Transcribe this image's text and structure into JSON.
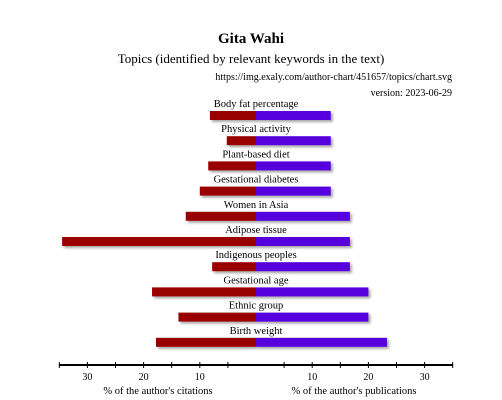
{
  "header": {
    "title": "Gita Wahi",
    "subtitle": "Topics (identified by relevant keywords in the text)",
    "url": "https://img.exaly.com/author-chart/451657/topics/chart.svg",
    "version": "version: 2023-06-29"
  },
  "chart_data": {
    "type": "bar",
    "orientation": "horizontal-diverging",
    "categories": [
      "Body fat percentage",
      "Physical activity",
      "Plant-based diet",
      "Gestational diabetes",
      "Women in Asia",
      "Adipose tissue",
      "Indigenous peoples",
      "Gestational age",
      "Ethnic group",
      "Birth weight"
    ],
    "series": [
      {
        "name": "% of the author's citations",
        "side": "left",
        "color": "#990000",
        "values": [
          8.2,
          5.2,
          8.5,
          10.0,
          12.5,
          34.5,
          7.8,
          18.5,
          13.8,
          17.8
        ]
      },
      {
        "name": "% of the author's publications",
        "side": "right",
        "color": "#5500dd",
        "values": [
          13.3,
          13.3,
          13.3,
          13.3,
          16.7,
          16.7,
          16.7,
          20.0,
          20.0,
          23.3
        ]
      }
    ],
    "xlim": [
      0,
      35
    ],
    "ticks": [
      {
        "value": 30,
        "label": "30"
      },
      {
        "value": 20,
        "label": "20"
      },
      {
        "value": 10,
        "label": "10"
      }
    ],
    "xlabel_left": "% of the author's citations",
    "xlabel_right": "% of the author's publications"
  }
}
